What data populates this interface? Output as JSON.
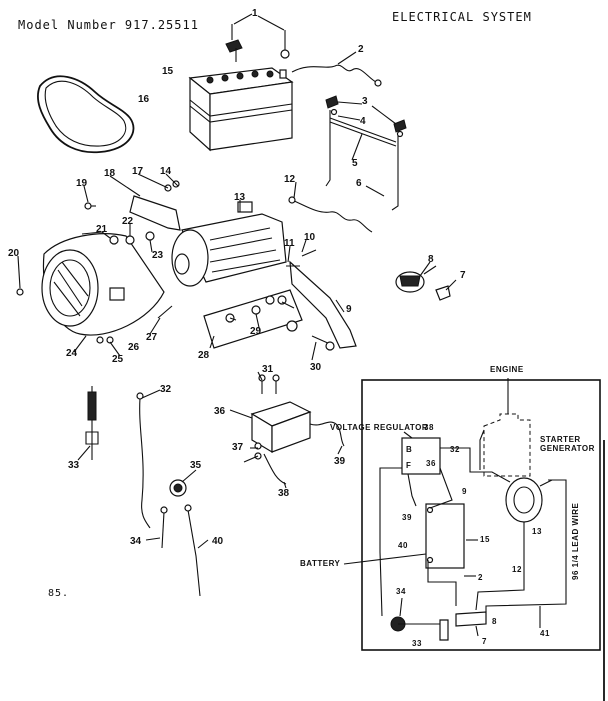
{
  "header": {
    "model": "Model Number 917.25511",
    "title": "ELECTRICAL SYSTEM",
    "page": "85."
  },
  "callouts": [
    "1",
    "2",
    "3",
    "4",
    "5",
    "6",
    "7",
    "8",
    "9",
    "10",
    "11",
    "12",
    "13",
    "14",
    "15",
    "16",
    "17",
    "18",
    "19",
    "20",
    "21",
    "22",
    "23",
    "24",
    "25",
    "26",
    "27",
    "28",
    "29",
    "30",
    "31",
    "32",
    "33",
    "34",
    "35",
    "36",
    "37",
    "38",
    "39",
    "40"
  ],
  "wiring": {
    "engine": "ENGINE",
    "voltage_regulator": "VOLTAGE REGULATOR",
    "starter_generator": "STARTER\nGENERATOR",
    "battery": "BATTERY",
    "lead_wire": "96 1/4 LEAD WIRE",
    "reg_b": "B",
    "reg_f": "F",
    "n38": "38",
    "n36": "36",
    "n32": "32",
    "n9": "9",
    "n39": "39",
    "n15": "15",
    "n13": "13",
    "n40": "40",
    "n2": "2",
    "n12": "12",
    "n34": "34",
    "n8": "8",
    "n33": "33",
    "n7": "7",
    "n41": "41"
  }
}
